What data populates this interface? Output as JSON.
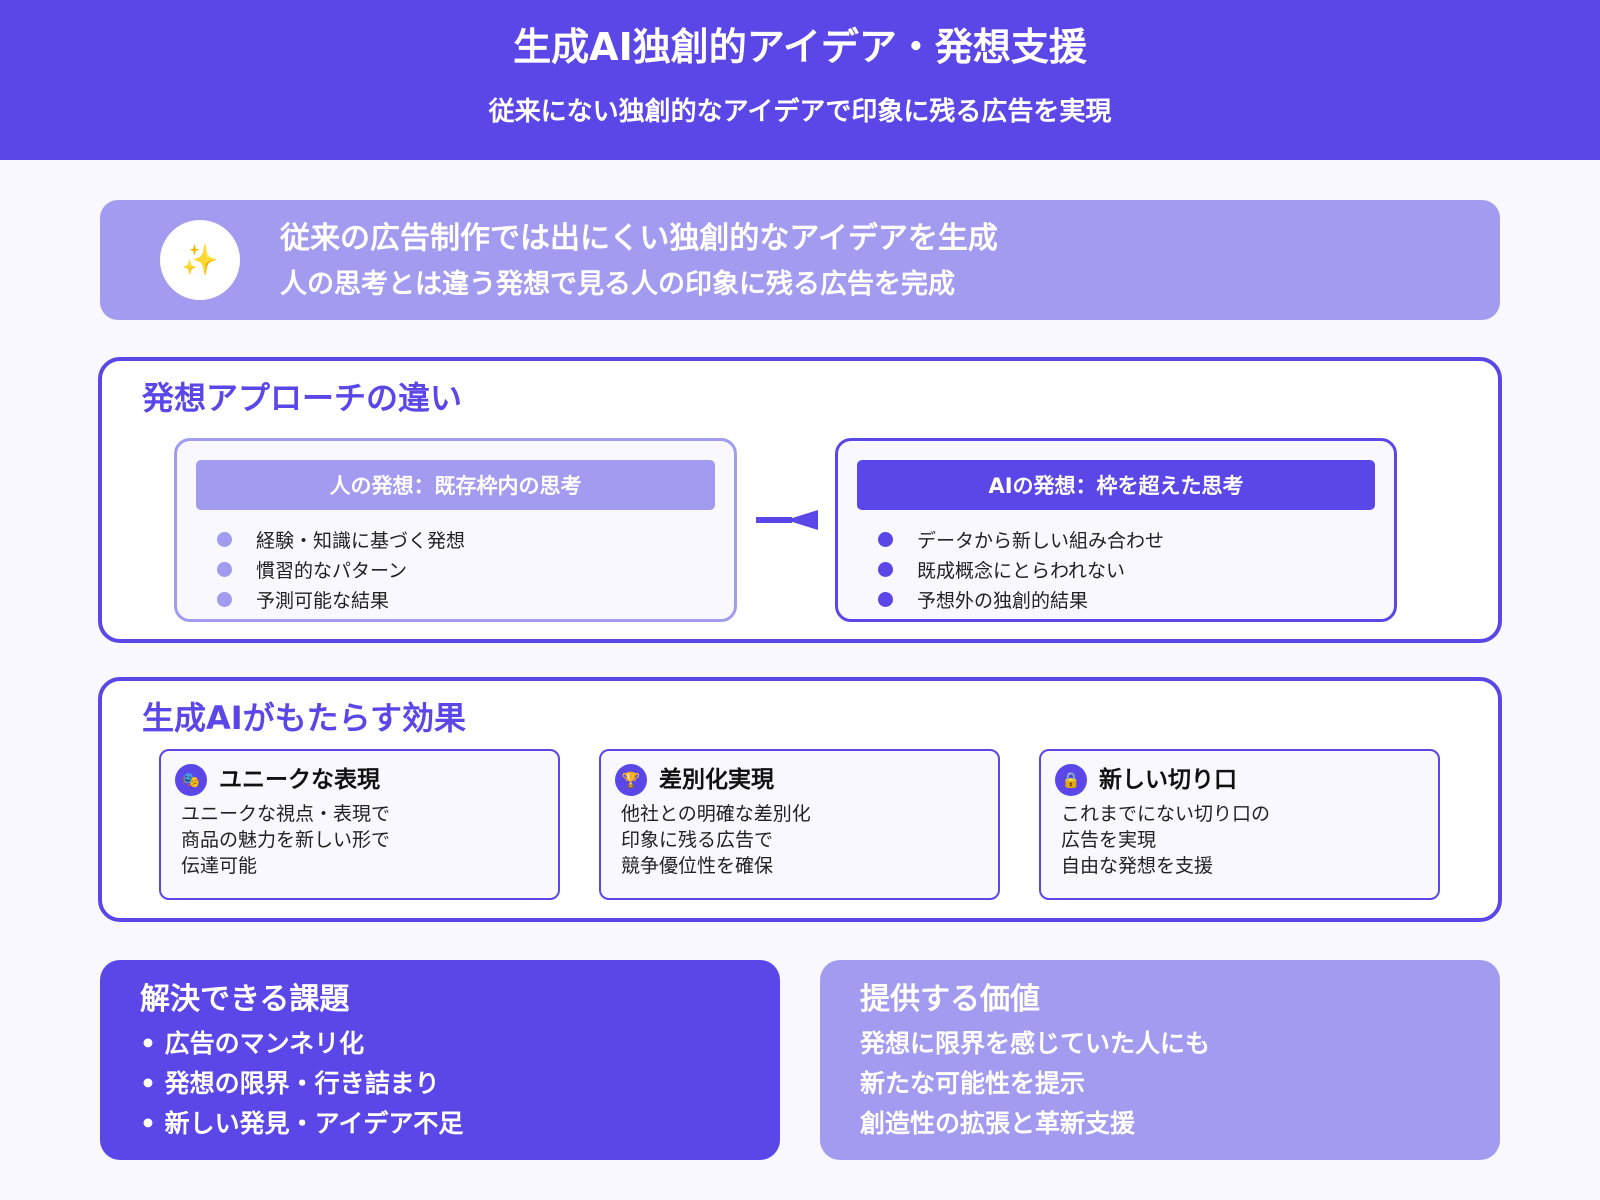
{
  "colors": {
    "primary": "#5b47e8",
    "light": "#a39bef",
    "background": "#f8f8fe",
    "white": "#ffffff"
  },
  "header": {
    "title": "生成AI独創的アイデア・発想支援",
    "subtitle": "従来にない独創的なアイデアで印象に残る広告を実現"
  },
  "intro": {
    "icon": "sparkles-icon",
    "icon_glyph": "✨",
    "line1": "従来の広告制作では出にくい独創的なアイデアを生成",
    "line2": "人の思考とは違う発想で見る人の印象に残る広告を完成"
  },
  "approach": {
    "title": "発想アプローチの違い",
    "human": {
      "heading": "人の発想：既存枠内の思考",
      "items": [
        "経験・知識に基づく発想",
        "慣習的なパターン",
        "予測可能な結果"
      ]
    },
    "ai": {
      "heading": "AIの発想：枠を超えた思考",
      "items": [
        "データから新しい組み合わせ",
        "既成概念にとらわれない",
        "予想外の独創的結果"
      ]
    }
  },
  "effects": {
    "title": "生成AIがもたらす効果",
    "cards": [
      {
        "icon": "performing-arts-icon",
        "icon_glyph": "🎭",
        "title": "ユニークな表現",
        "lines": [
          "ユニークな視点・表現で",
          "商品の魅力を新しい形で",
          "伝達可能"
        ]
      },
      {
        "icon": "trophy-icon",
        "icon_glyph": "🏆",
        "title": "差別化実現",
        "lines": [
          "他社との明確な差別化",
          "印象に残る広告で",
          "競争優位性を確保"
        ]
      },
      {
        "icon": "lock-icon",
        "icon_glyph": "🔒",
        "title": "新しい切り口",
        "lines": [
          "これまでにない切り口の",
          "広告を実現",
          "自由な発想を支援"
        ]
      }
    ]
  },
  "problems": {
    "title": "解決できる課題",
    "items": [
      "• 広告のマンネリ化",
      "• 発想の限界・行き詰まり",
      "• 新しい発見・アイデア不足"
    ]
  },
  "values": {
    "title": "提供する価値",
    "items": [
      "発想に限界を感じていた人にも",
      "新たな可能性を提示",
      "創造性の拡張と革新支援"
    ]
  }
}
